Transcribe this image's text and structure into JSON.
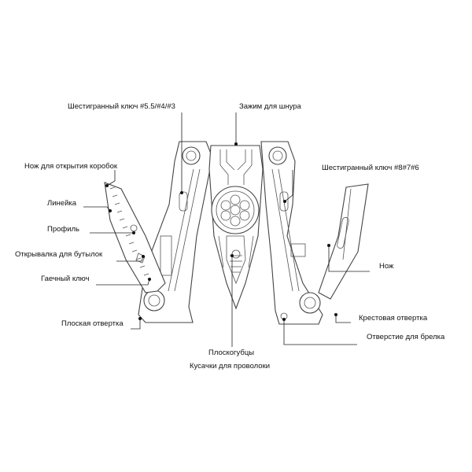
{
  "labels": {
    "hex_small": "Шестигранный ключ #5.5/#4/#3",
    "cord_clamp": "Зажим для шнура",
    "box_cutter": "Нож для открытия коробок",
    "hex_large": "Шестигранный ключ #8#7#6",
    "ruler": "Линейка",
    "profile": "Профиль",
    "bottle_opener": "Открывалка для бутылок",
    "knife": "Нож",
    "wrench": "Гаечный ключ",
    "phillips": "Крестовая отвертка",
    "flat_screwdriver": "Плоская отвертка",
    "keyring_hole": "Отверстие для брелка",
    "pliers": "Плоскогубцы",
    "wire_cutters": "Кусачки для проволоки"
  }
}
